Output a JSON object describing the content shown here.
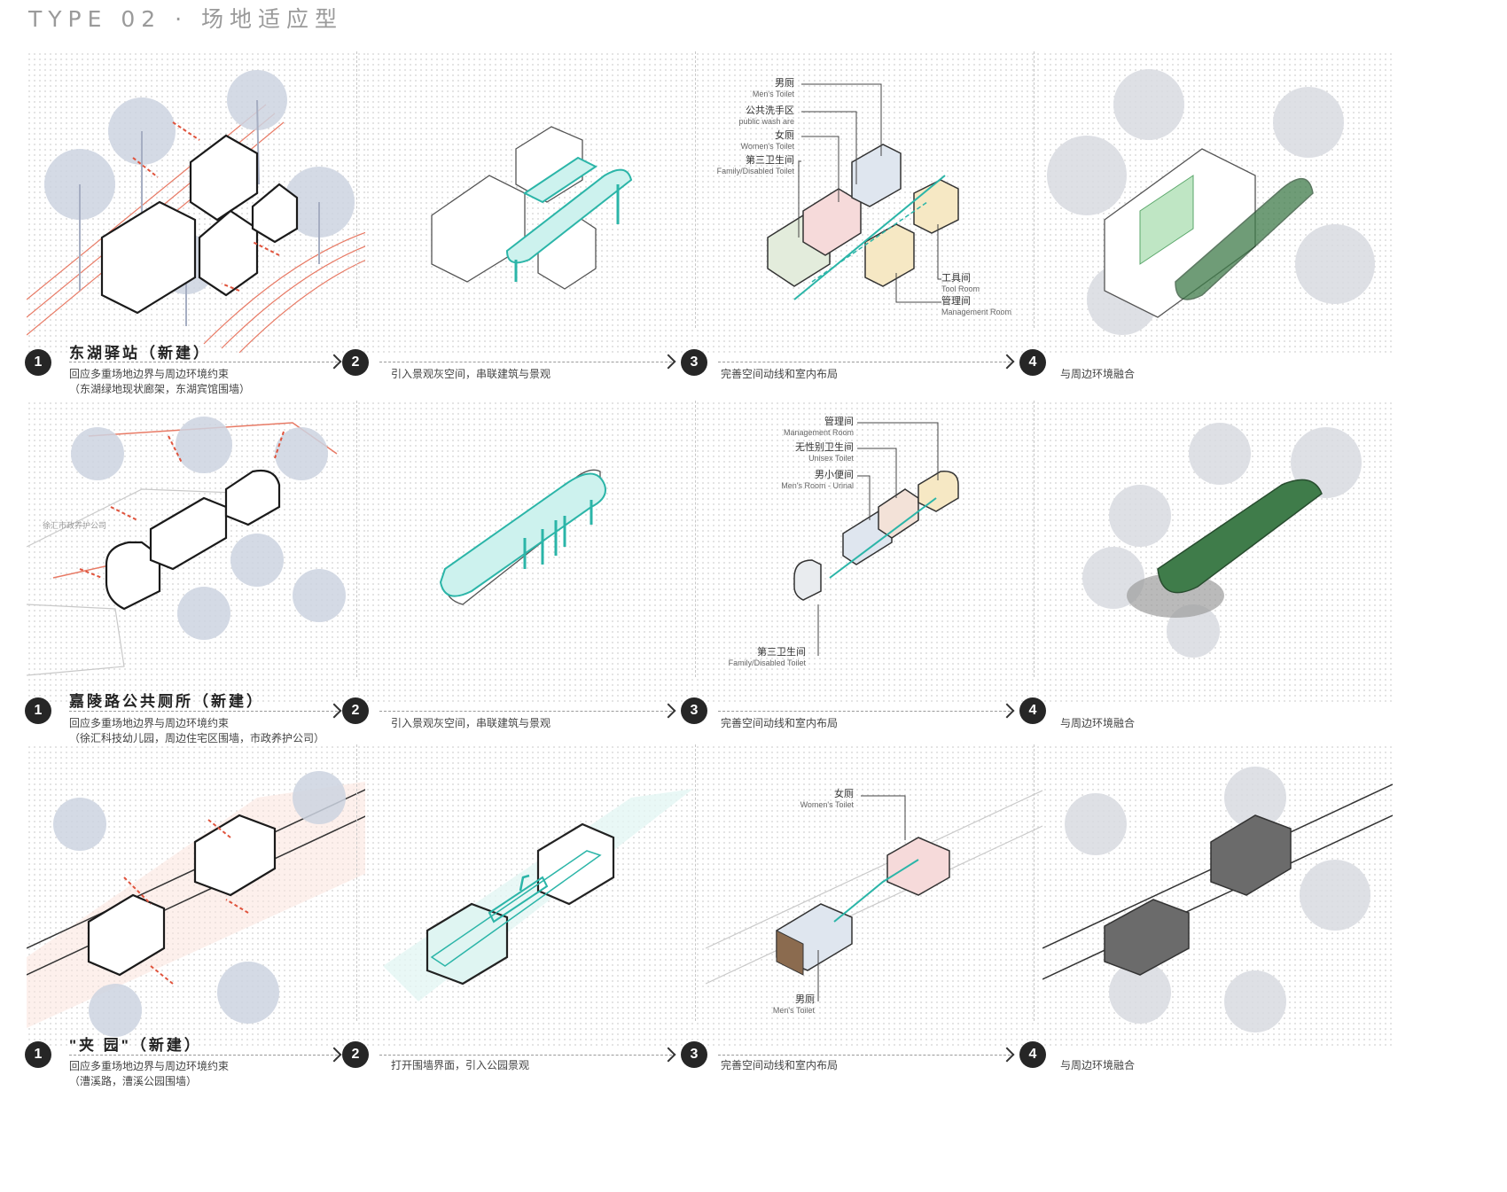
{
  "title": "TYPE 02 · 场地适应型",
  "rows": [
    {
      "step1": {
        "number": "1",
        "title": "东湖驿站（新建）",
        "desc": "回应多重场地边界与周边环境约束",
        "desc2": "（东湖绿地现状廊架，东湖宾馆围墙）"
      },
      "step2": {
        "number": "2",
        "desc": "引入景观灰空间，串联建筑与景观"
      },
      "step3": {
        "number": "3",
        "desc": "完善空间动线和室内布局"
      },
      "step4": {
        "number": "4",
        "desc": "与周边环境融合"
      },
      "floor_labels": [
        {
          "cn": "男厕",
          "en": "Men's Toilet"
        },
        {
          "cn": "公共洗手区",
          "en": "public wash are"
        },
        {
          "cn": "女厕",
          "en": "Women's Toilet"
        },
        {
          "cn": "第三卫生间",
          "en": "Family/Disabled Toilet"
        },
        {
          "cn": "工具间",
          "en": "Tool Room"
        },
        {
          "cn": "管理间",
          "en": "Management Room"
        }
      ]
    },
    {
      "step1": {
        "number": "1",
        "title": "嘉陵路公共厕所（新建）",
        "desc": "回应多重场地边界与周边环境约束",
        "desc2": "（徐汇科技幼儿园，周边住宅区围墙，市政养护公司）"
      },
      "step2": {
        "number": "2",
        "desc": "引入景观灰空间，串联建筑与景观"
      },
      "step3": {
        "number": "3",
        "desc": "完善空间动线和室内布局"
      },
      "step4": {
        "number": "4",
        "desc": "与周边环境融合"
      },
      "site_label": "徐汇市政养护公司",
      "floor_labels": [
        {
          "cn": "管理间",
          "en": "Management Room"
        },
        {
          "cn": "无性别卫生间",
          "en": "Unisex Toilet"
        },
        {
          "cn": "男小便间",
          "en": "Men's Room - Urinal"
        },
        {
          "cn": "第三卫生间",
          "en": "Family/Disabled Toilet"
        }
      ]
    },
    {
      "step1": {
        "number": "1",
        "title": "\"夹 园\"（新建）",
        "desc": "回应多重场地边界与周边环境约束",
        "desc2": "（漕溪路，漕溪公园围墙）"
      },
      "step2": {
        "number": "2",
        "desc": "打开围墙界面，引入公园景观"
      },
      "step3": {
        "number": "3",
        "desc": "完善空间动线和室内布局"
      },
      "step4": {
        "number": "4",
        "desc": "与周边环境融合"
      },
      "floor_labels": [
        {
          "cn": "女厕",
          "en": "Women's Toilet"
        },
        {
          "cn": "男厕",
          "en": "Men's Toilet"
        }
      ]
    }
  ],
  "colors": {
    "accent": "#2bb5a8",
    "site_boundary": "#e0533c",
    "roof": "#3f7c4a"
  }
}
